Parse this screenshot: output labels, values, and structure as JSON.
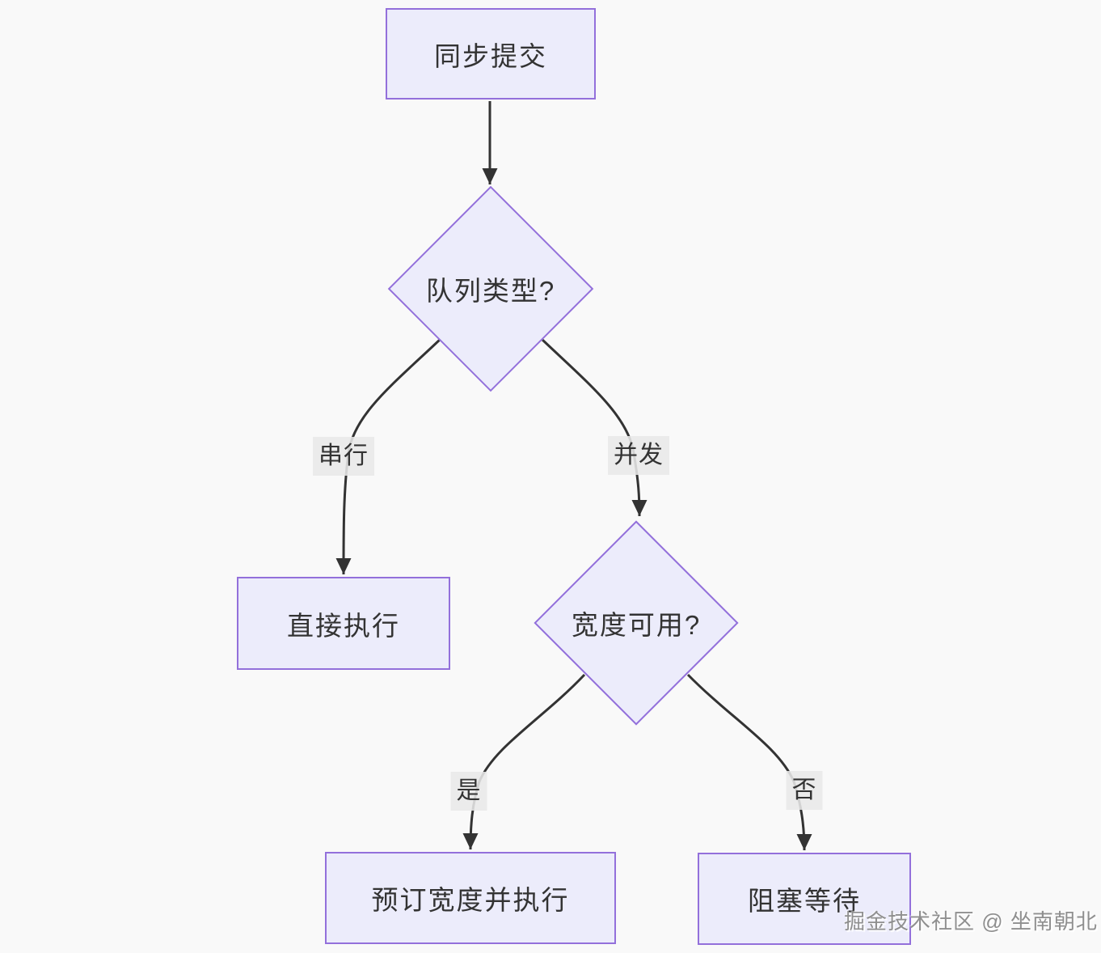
{
  "diagram": {
    "type": "flowchart",
    "direction": "top-down",
    "colors": {
      "background": "#f9f9f9",
      "node_fill": "#ececfb",
      "node_stroke": "#9370db",
      "edge_stroke": "#333333",
      "edge_label_bg": "#e8e8e8",
      "text": "#333333",
      "watermark_text": "#8f8f8f"
    },
    "nodes": {
      "sync_submit": {
        "shape": "rect",
        "label": "同步提交"
      },
      "queue_type": {
        "shape": "diamond",
        "label": "队列类型?"
      },
      "direct_execute": {
        "shape": "rect",
        "label": "直接执行"
      },
      "width_available": {
        "shape": "diamond",
        "label": "宽度可用?"
      },
      "reserve_execute": {
        "shape": "rect",
        "label": "预订宽度并执行"
      },
      "block_wait": {
        "shape": "rect",
        "label": "阻塞等待"
      }
    },
    "edges": [
      {
        "from": "sync_submit",
        "to": "queue_type",
        "label": ""
      },
      {
        "from": "queue_type",
        "to": "direct_execute",
        "label": "串行"
      },
      {
        "from": "queue_type",
        "to": "width_available",
        "label": "并发"
      },
      {
        "from": "width_available",
        "to": "reserve_execute",
        "label": "是"
      },
      {
        "from": "width_available",
        "to": "block_wait",
        "label": "否"
      }
    ],
    "watermark": "掘金技术社区 @ 坐南朝北"
  }
}
